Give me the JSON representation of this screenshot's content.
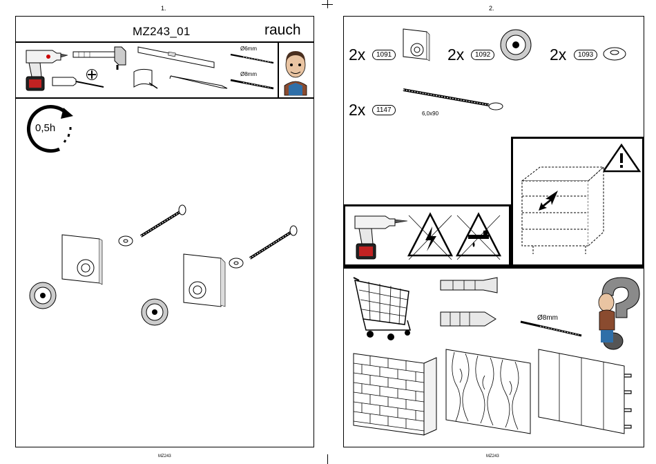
{
  "pages": [
    {
      "number": "1.",
      "footer": "MZ243"
    },
    {
      "number": "2.",
      "footer": "MZ243"
    }
  ],
  "page1": {
    "title": "MZ243_01",
    "brand": "rauch",
    "drill_sizes": [
      "Ø6mm",
      "Ø8mm"
    ],
    "duration": "0,5h"
  },
  "page2": {
    "parts": [
      {
        "qty": "2x",
        "code": "1091"
      },
      {
        "qty": "2x",
        "code": "1092"
      },
      {
        "qty": "2x",
        "code": "1093"
      },
      {
        "qty": "2x",
        "code": "1147",
        "size": "6,0x90"
      }
    ],
    "drill_size": "Ø8mm"
  },
  "icons": [
    "cordless-drill-icon",
    "hammer-icon",
    "spirit-level-icon",
    "phillips-screwdriver-icon",
    "pencil-icon",
    "drill-bit-icon",
    "assembler-avatar-icon",
    "clock-arrow-icon",
    "warning-triangle-icon",
    "trolley-icon",
    "wall-plug-icon",
    "question-mark-icon",
    "brick-wall-icon",
    "wood-wall-icon",
    "plasterboard-wall-icon"
  ]
}
